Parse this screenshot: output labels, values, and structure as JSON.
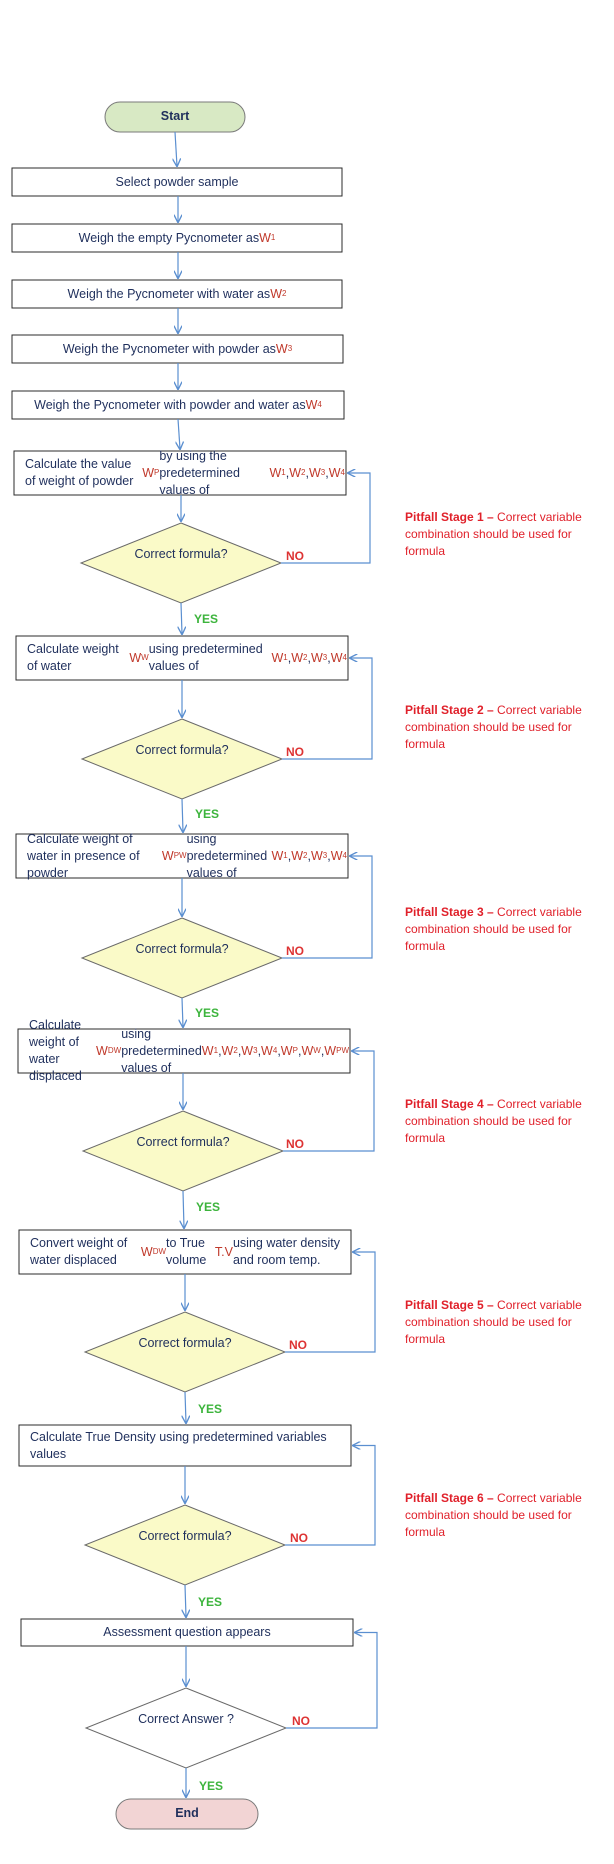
{
  "start": "Start",
  "end": "End",
  "steps": [
    {
      "segments": [
        {
          "t": "Select powder sample"
        }
      ]
    },
    {
      "segments": [
        {
          "t": "Weigh the empty Pycnometer as "
        },
        {
          "t": "W",
          "red": true
        },
        {
          "sub": "1",
          "red": true
        }
      ]
    },
    {
      "segments": [
        {
          "t": "Weigh the Pycnometer with water as "
        },
        {
          "t": "W",
          "red": true
        },
        {
          "sub": "2",
          "red": true
        }
      ]
    },
    {
      "segments": [
        {
          "t": "Weigh the Pycnometer with powder as "
        },
        {
          "t": "W",
          "red": true
        },
        {
          "sub": "3",
          "red": true
        }
      ]
    },
    {
      "segments": [
        {
          "t": "Weigh the Pycnometer with powder and water as "
        },
        {
          "t": "W",
          "red": true
        },
        {
          "sub": "4",
          "red": true
        }
      ]
    }
  ],
  "calc_steps": [
    {
      "segments": [
        {
          "t": "Calculate the value of weight of powder "
        },
        {
          "t": "W",
          "red": true
        },
        {
          "sub": "P",
          "red": true
        },
        {
          "t": " by using the predetermined values of "
        },
        {
          "t": "W",
          "red": true
        },
        {
          "sub": "1",
          "red": true
        },
        {
          "t": ", "
        },
        {
          "t": "W",
          "red": true
        },
        {
          "sub": "2",
          "red": true
        },
        {
          "t": ", "
        },
        {
          "t": "W",
          "red": true
        },
        {
          "sub": "3",
          "red": true
        },
        {
          "t": ", "
        },
        {
          "t": "W",
          "red": true
        },
        {
          "sub": "4",
          "red": true
        }
      ]
    },
    {
      "segments": [
        {
          "t": "Calculate weight of water "
        },
        {
          "t": "W",
          "red": true
        },
        {
          "sub": "W",
          "red": true
        },
        {
          "t": " using predetermined values of "
        },
        {
          "t": "W",
          "red": true
        },
        {
          "sub": "1",
          "red": true
        },
        {
          "t": ", "
        },
        {
          "t": "W",
          "red": true
        },
        {
          "sub": "2",
          "red": true
        },
        {
          "t": ", "
        },
        {
          "t": "W",
          "red": true
        },
        {
          "sub": "3",
          "red": true
        },
        {
          "t": ", "
        },
        {
          "t": "W",
          "red": true
        },
        {
          "sub": "4",
          "red": true
        }
      ]
    },
    {
      "segments": [
        {
          "t": "Calculate weight of water in presence of powder "
        },
        {
          "t": "W",
          "red": true
        },
        {
          "sub": "PW",
          "red": true
        },
        {
          "t": " using predetermined values of "
        },
        {
          "t": "W",
          "red": true
        },
        {
          "sub": "1",
          "red": true
        },
        {
          "t": ", "
        },
        {
          "t": "W",
          "red": true
        },
        {
          "sub": "2",
          "red": true
        },
        {
          "t": ", "
        },
        {
          "t": "W",
          "red": true
        },
        {
          "sub": "3",
          "red": true
        },
        {
          "t": ", "
        },
        {
          "t": "W",
          "red": true
        },
        {
          "sub": "4",
          "red": true
        }
      ]
    },
    {
      "segments": [
        {
          "t": "Calculate weight of water displaced "
        },
        {
          "t": "W",
          "red": true
        },
        {
          "sub": "DW",
          "red": true
        },
        {
          "t": " using predetermined values of "
        },
        {
          "t": "W",
          "red": true
        },
        {
          "sub": "1",
          "red": true
        },
        {
          "t": ", "
        },
        {
          "t": "W",
          "red": true
        },
        {
          "sub": "2",
          "red": true
        },
        {
          "t": ", "
        },
        {
          "t": "W",
          "red": true
        },
        {
          "sub": "3",
          "red": true
        },
        {
          "t": ", "
        },
        {
          "t": "W",
          "red": true
        },
        {
          "sub": "4",
          "red": true
        },
        {
          "t": ", "
        },
        {
          "t": "W",
          "red": true
        },
        {
          "sub": "P",
          "red": true
        },
        {
          "t": ", "
        },
        {
          "t": "W",
          "red": true
        },
        {
          "sub": "W",
          "red": true
        },
        {
          "t": ", "
        },
        {
          "t": "W",
          "red": true
        },
        {
          "sub": "PW",
          "red": true
        }
      ]
    },
    {
      "segments": [
        {
          "t": "Convert weight of water displaced "
        },
        {
          "t": "W",
          "red": true
        },
        {
          "sub": "DW",
          "red": true
        },
        {
          "t": " to True volume "
        },
        {
          "t": "T.V",
          "red": true
        },
        {
          "t": " using water density and room temp."
        }
      ]
    },
    {
      "segments": [
        {
          "t": "Calculate True Density using predetermined variables values"
        }
      ]
    },
    {
      "segments": [
        {
          "t": "Assessment question appears"
        }
      ]
    }
  ],
  "decisions": [
    "Correct formula?",
    "Correct formula?",
    "Correct formula?",
    "Correct formula?",
    "Correct formula?",
    "Correct formula?",
    "Correct Answer ?"
  ],
  "yes_label": "YES",
  "no_label": "NO",
  "pitfalls": [
    {
      "title": "Pitfall Stage 1 –",
      "text": "Correct variable combination should be used for formula"
    },
    {
      "title": "Pitfall Stage 2 –",
      "text": "Correct variable combination should be used for formula"
    },
    {
      "title": "Pitfall Stage 3 –",
      "text": "Correct variable combination should be used for formula"
    },
    {
      "title": "Pitfall Stage 4 –",
      "text": "Correct variable combination should be used for formula"
    },
    {
      "title": "Pitfall Stage 5 –",
      "text": "Correct variable combination should be used for formula"
    },
    {
      "title": "Pitfall Stage 6 –",
      "text": "Correct variable combination should be used for formula"
    }
  ],
  "colors": {
    "start_fill": "#d8e9c4",
    "end_fill": "#f2d4d4",
    "decision_fill": "#fafac8",
    "arrow": "#5b8fd0",
    "box_border": "#2b2b2b",
    "red_text": "#c0392b",
    "yes_text": "#3cb43c",
    "pitfall_text": "#e0202a"
  }
}
